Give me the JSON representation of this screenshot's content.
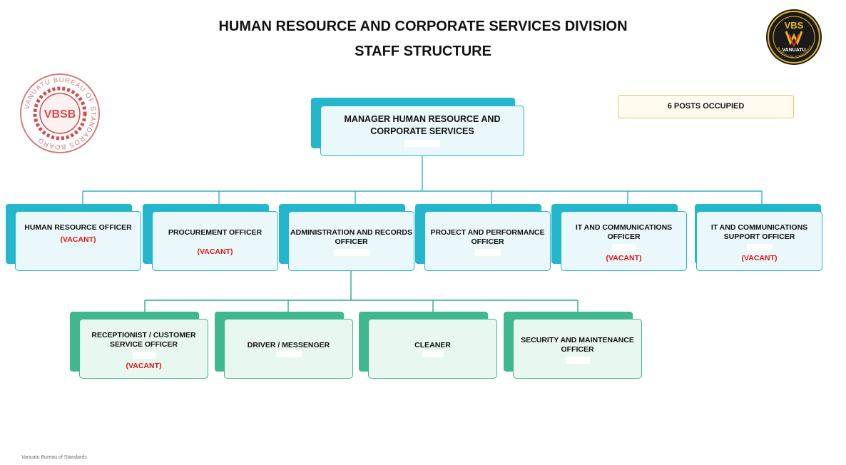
{
  "header": {
    "title": "HUMAN RESOURCE AND CORPORATE SERVICES DIVISION",
    "subtitle": "STAFF STRUCTURE"
  },
  "posts_note": "6 POSTS OCCUPIED",
  "stamp": {
    "acronym": "VBSB",
    "ring_text": "VANUATU BUREAU OF STANDARDS BOARD"
  },
  "logo": {
    "acronym": "VBS",
    "country": "VANUATU",
    "ring_text": "BUREAU OF STANDARDS"
  },
  "manager": {
    "title": "MANAGER HUMAN RESOURCE AND CORPORATE SERVICES"
  },
  "vacant_label": "(VACANT)",
  "level2": [
    {
      "title": "HUMAN RESOURCE OFFICER",
      "status": "(VACANT)"
    },
    {
      "title": "PROCUREMENT OFFICER",
      "status": "(VACANT)"
    },
    {
      "title": "ADMINISTRATION AND RECORDS OFFICER",
      "status": ""
    },
    {
      "title": "PROJECT AND PERFORMANCE OFFICER",
      "status": ""
    },
    {
      "title": "IT AND COMMUNICATIONS OFFICER",
      "status": "(VACANT)"
    },
    {
      "title": "IT AND COMMUNICATIONS SUPPORT OFFICER",
      "status": "(VACANT)"
    }
  ],
  "level3": [
    {
      "title": "RECEPTIONIST / CUSTOMER SERVICE OFFICER",
      "status": "(VACANT)"
    },
    {
      "title": "DRIVER / MESSENGER",
      "status": ""
    },
    {
      "title": "CLEANER",
      "status": ""
    },
    {
      "title": "SECURITY AND MAINTENANCE OFFICER",
      "status": ""
    }
  ],
  "colors": {
    "blue": "#23b6cd",
    "green": "#3fb88f",
    "vacant": "#e01515",
    "gold": "#e6b422"
  },
  "footer": "Vanuatu Bureau of Standards"
}
